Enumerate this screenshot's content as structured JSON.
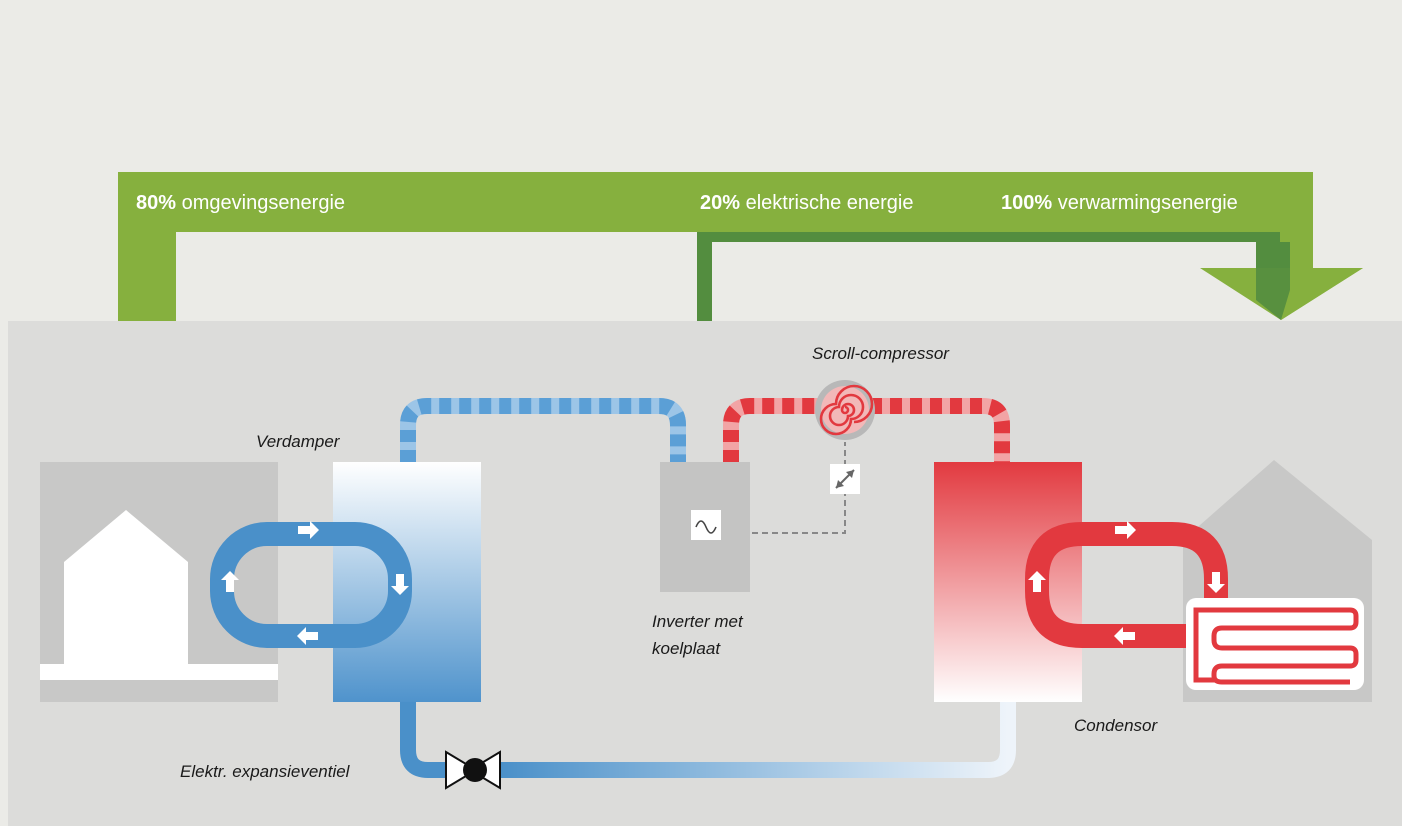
{
  "energy_flows": {
    "ambient": {
      "pct": "80%",
      "text": "omgevingsenergie"
    },
    "electric": {
      "pct": "20%",
      "text": "elektrische energie"
    },
    "heating": {
      "pct": "100%",
      "text": "verwarmingsenergie"
    }
  },
  "components": {
    "compressor": "Scroll-compressor",
    "evaporator": "Verdamper",
    "inverter_line1": "Inverter met",
    "inverter_line2": "koelplaat",
    "condenser": "Condensor",
    "expansion_valve": "Elektr. expansieventiel"
  },
  "icons": {
    "sine": "∿",
    "resize": "↗↙"
  },
  "colors": {
    "background": "#ebebe7",
    "panel": "#dcdcda",
    "green_light": "#86b03e",
    "green_dark": "#538d3f",
    "blue": "#4a90c9",
    "blue_light": "#9cc5e7",
    "red": "#e2393f",
    "red_light": "#f2a4a5"
  }
}
